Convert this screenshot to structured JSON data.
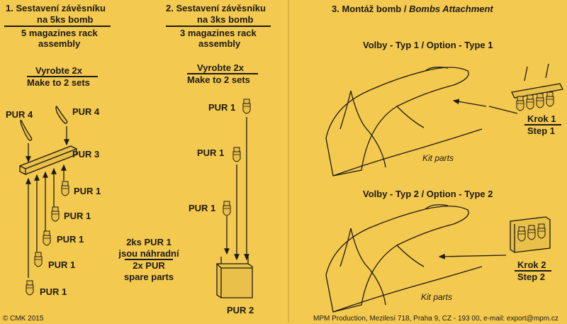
{
  "section1": {
    "title_line1": "1. Sestavení závěsníku",
    "title_line2": "na 5ks bomb",
    "subtitle_line1": "5 magazines rack",
    "subtitle_line2": "assembly",
    "make_cz": "Vyrobte 2x",
    "make_en": "Make to 2 sets",
    "labels": {
      "pur4_left": "PUR 4",
      "pur4_right": "PUR 4",
      "pur3": "PUR 3",
      "pur1_a": "PUR 1",
      "pur1_b": "PUR 1",
      "pur1_c": "PUR 1",
      "pur1_d": "PUR 1",
      "pur1_e": "PUR 1"
    }
  },
  "section2": {
    "title_line1": "2. Sestavení závěsníku",
    "title_line2": "na 3ks bomb",
    "subtitle_line1": "3 magazines rack",
    "subtitle_line2": "assembly",
    "make_cz": "Vyrobte 2x",
    "make_en": "Make to 2 sets",
    "labels": {
      "pur1_a": "PUR 1",
      "pur1_b": "PUR 1",
      "pur1_c": "PUR 1",
      "pur2": "PUR 2"
    },
    "spare_line1": "2ks PUR 1",
    "spare_line2": "jsou náhradní",
    "spare_line3": "2x PUR",
    "spare_line4": "spare parts"
  },
  "section3": {
    "title_plain": "3. Montáž bomb / ",
    "title_italic": "Bombs Attachment",
    "option1": "Volby - Typ 1 / Option - Type 1",
    "option2": "Volby - Typ 2 / Option - Type 2",
    "kit_parts_1": "Kit parts",
    "kit_parts_2": "Kit parts",
    "step1_cz": "Krok 1",
    "step1_en": "Step 1",
    "step2_cz": "Krok 2",
    "step2_en": "Step 2"
  },
  "footer": {
    "copyright": "© CMK 2015",
    "producer": "MPM Production, Mezilesí 718, Praha 9, CZ - 193 00, e-mail: export@mpm.cz"
  }
}
